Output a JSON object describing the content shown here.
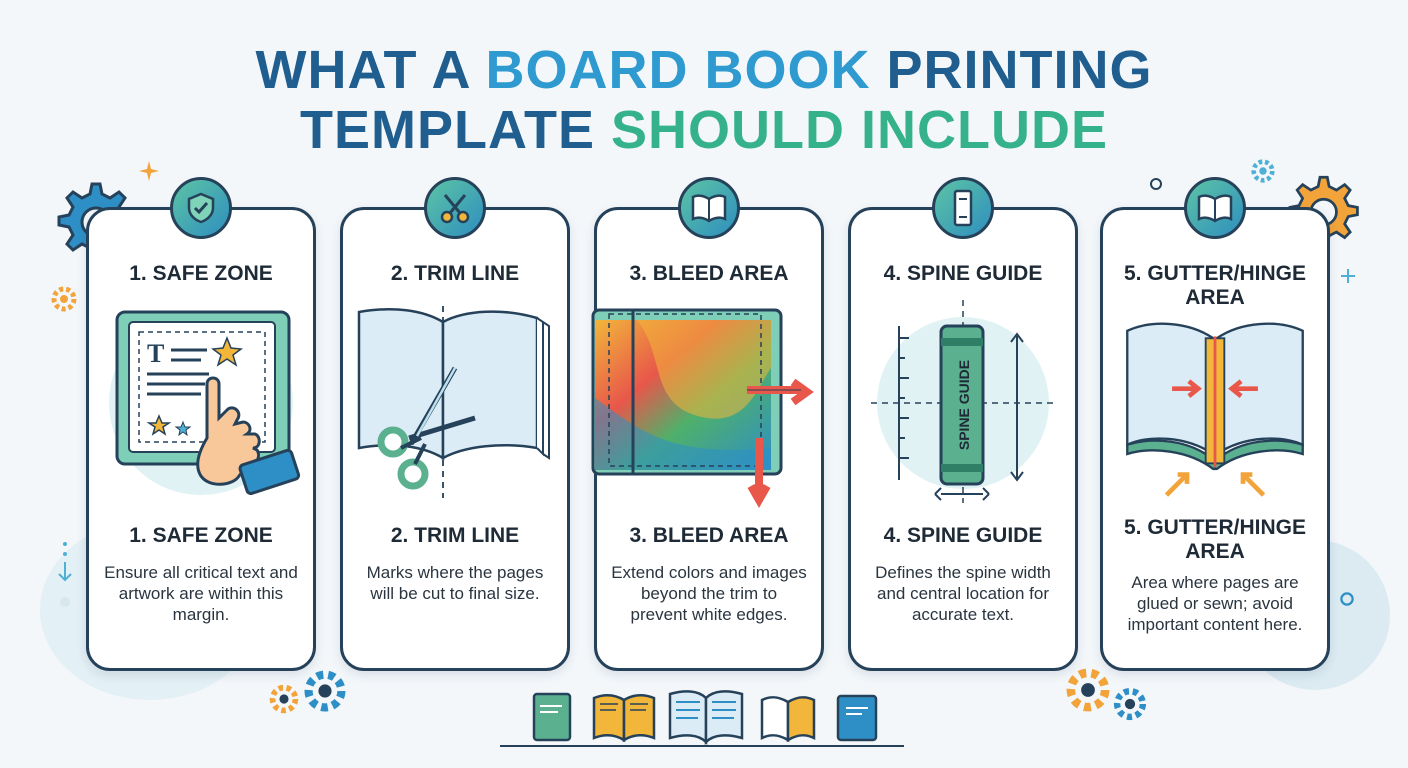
{
  "title": {
    "line1_a": "WHAT A ",
    "line1_b": "BOARD BOOK",
    "line1_c": " PRINTING",
    "line2_a": "TEMPLATE ",
    "line2_b": "SHOULD INCLUDE"
  },
  "cards": [
    {
      "heading": "1. SAFE ZONE",
      "subheading": "1. SAFE ZONE",
      "description": "Ensure all critical text and artwork are within this margin.",
      "icon": "shield-check-icon"
    },
    {
      "heading": "2. TRIM LINE",
      "subheading": "2. TRIM LINE",
      "description": "Marks where the pages will be cut to final size.",
      "icon": "scissors-icon"
    },
    {
      "heading": "3. BLEED AREA",
      "subheading": "3. BLEED AREA",
      "description": "Extend colors and images beyond the trim to prevent white edges.",
      "icon": "open-book-icon"
    },
    {
      "heading": "4. SPINE GUIDE",
      "subheading": "4. SPINE GUIDE",
      "description": "Defines the spine width and central location for accurate text.",
      "icon": "book-spine-icon",
      "spine_label": "SPINE GUIDE"
    },
    {
      "heading": "5. GUTTER/HINGE AREA",
      "subheading": "5. GUTTER/HINGE AREA",
      "description": "Area where pages are glued or sewn; avoid important content here.",
      "icon": "open-book-icon"
    }
  ],
  "colors": {
    "navy": "#1f5e8e",
    "blue": "#2e9ad0",
    "green": "#36b28a",
    "orange": "#f2a33a",
    "outline": "#26425a"
  }
}
